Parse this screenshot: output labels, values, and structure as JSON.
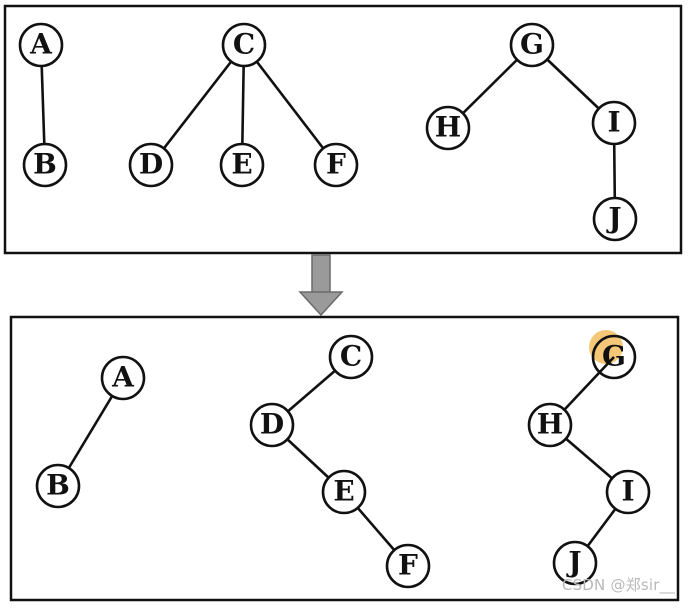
{
  "diagram": {
    "top_panel": {
      "nodes": [
        {
          "id": "A",
          "label": "A"
        },
        {
          "id": "B",
          "label": "B"
        },
        {
          "id": "C",
          "label": "C"
        },
        {
          "id": "D",
          "label": "D"
        },
        {
          "id": "E",
          "label": "E"
        },
        {
          "id": "F",
          "label": "F"
        },
        {
          "id": "G",
          "label": "G"
        },
        {
          "id": "H",
          "label": "H"
        },
        {
          "id": "I",
          "label": "I"
        },
        {
          "id": "J",
          "label": "J"
        }
      ],
      "edges": [
        [
          "A",
          "B"
        ],
        [
          "C",
          "D"
        ],
        [
          "C",
          "E"
        ],
        [
          "C",
          "F"
        ],
        [
          "G",
          "H"
        ],
        [
          "G",
          "I"
        ],
        [
          "I",
          "J"
        ]
      ]
    },
    "bottom_panel": {
      "nodes": [
        {
          "id": "A",
          "label": "A"
        },
        {
          "id": "B",
          "label": "B"
        },
        {
          "id": "C",
          "label": "C"
        },
        {
          "id": "D",
          "label": "D"
        },
        {
          "id": "E",
          "label": "E"
        },
        {
          "id": "F",
          "label": "F"
        },
        {
          "id": "G",
          "label": "G"
        },
        {
          "id": "H",
          "label": "H"
        },
        {
          "id": "I",
          "label": "I"
        },
        {
          "id": "J",
          "label": "J"
        }
      ],
      "edges": [
        [
          "A",
          "B"
        ],
        [
          "C",
          "D"
        ],
        [
          "D",
          "E"
        ],
        [
          "E",
          "F"
        ],
        [
          "G",
          "H"
        ],
        [
          "H",
          "I"
        ],
        [
          "I",
          "J"
        ]
      ]
    },
    "highlight_color": "#f2b54a"
  },
  "watermark": {
    "text": "CSDN @郑sir__"
  }
}
